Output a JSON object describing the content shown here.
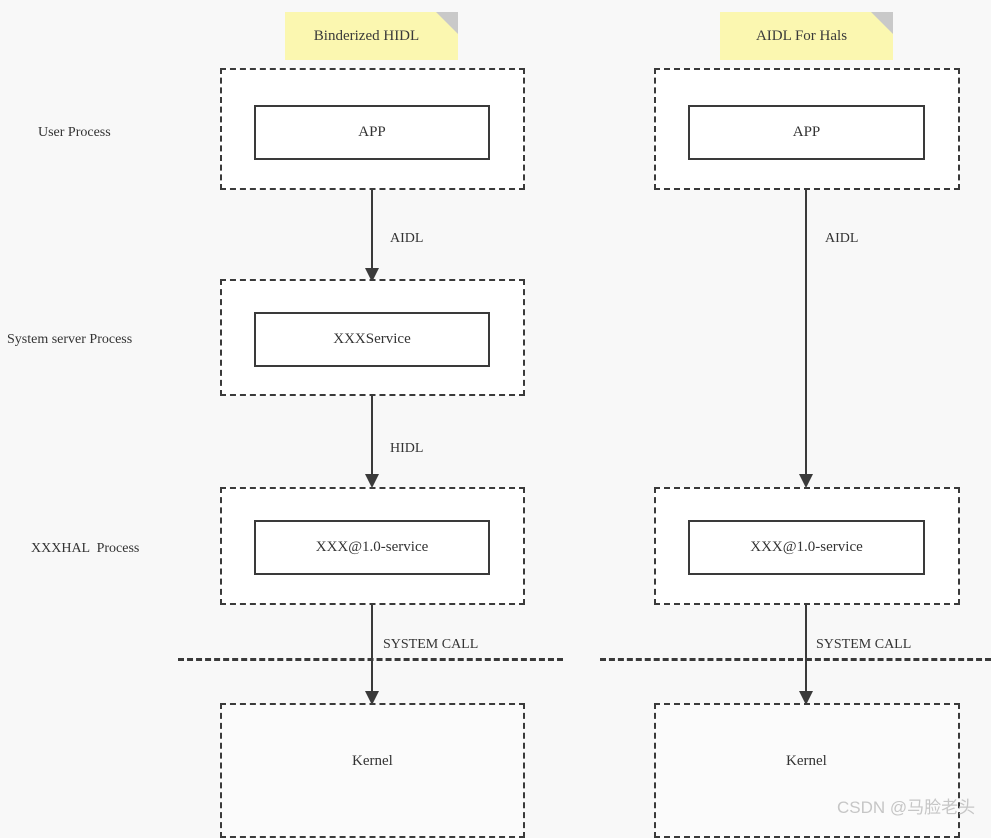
{
  "diagram": {
    "title_notes": [
      {
        "label": "Binderized HIDL"
      },
      {
        "label": "AIDL For Hals"
      }
    ],
    "row_labels": [
      {
        "label": "User Process"
      },
      {
        "label": "System server Process"
      },
      {
        "label": "XXXHAL  Process"
      }
    ],
    "columns": [
      {
        "name": "binderized-hidl",
        "nodes": [
          {
            "label": "APP"
          },
          {
            "label": "XXXService"
          },
          {
            "label": "XXX@1.0-service"
          },
          {
            "label": "Kernel"
          }
        ],
        "edges": [
          {
            "label": "AIDL"
          },
          {
            "label": "HIDL"
          },
          {
            "label": "SYSTEM CALL"
          }
        ]
      },
      {
        "name": "aidl-for-hals",
        "nodes": [
          {
            "label": "APP"
          },
          {
            "label": "XXX@1.0-service"
          },
          {
            "label": "Kernel"
          }
        ],
        "edges": [
          {
            "label": "AIDL"
          },
          {
            "label": "SYSTEM CALL"
          }
        ]
      }
    ],
    "watermark": "CSDN @马脸老头",
    "colors": {
      "background": "#f8f8f8",
      "note_fill": "#fbf7b0",
      "note_fold": "#c9c9c9",
      "stroke": "#3a3a3a",
      "box_fill": "#ffffff",
      "text": "#333333",
      "watermark": "#c6c6c6"
    }
  }
}
